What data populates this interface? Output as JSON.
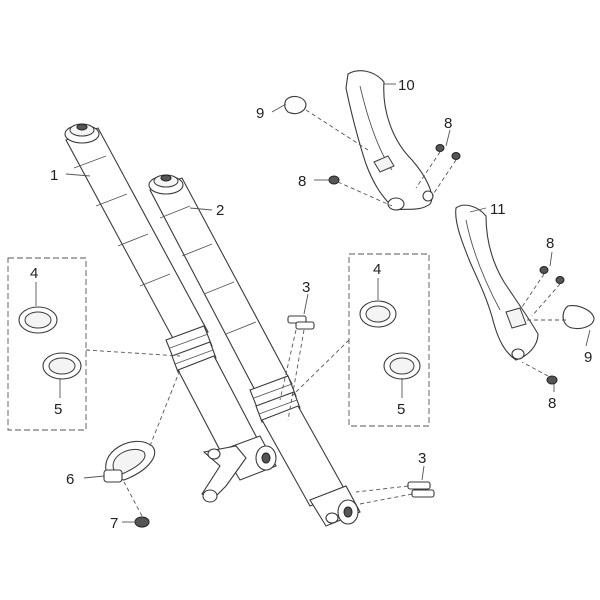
{
  "callouts": {
    "c1": "1",
    "c2": "2",
    "c3a": "3",
    "c3b": "3",
    "c4a": "4",
    "c4b": "4",
    "c5a": "5",
    "c5b": "5",
    "c6": "6",
    "c7": "7",
    "c8a": "8",
    "c8b": "8",
    "c8c": "8",
    "c8d": "8",
    "c9a": "9",
    "c9b": "9",
    "c10": "10",
    "c11": "11"
  }
}
